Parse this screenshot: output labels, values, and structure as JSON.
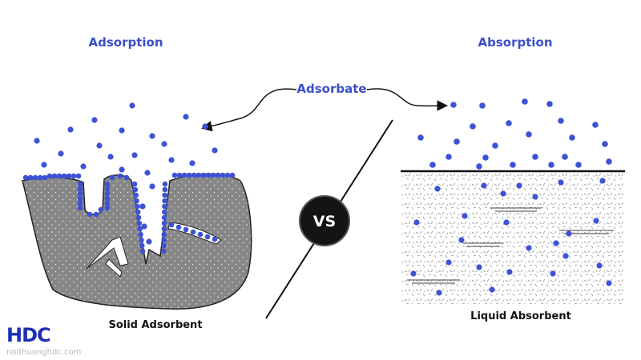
{
  "left": {
    "title": "Adsorption",
    "caption": "Solid Adsorbent"
  },
  "right": {
    "title": "Absorption",
    "caption": "Liquid Absorbent"
  },
  "center": {
    "adsorbate_label": "Adsorbate",
    "vs_label": "VS"
  },
  "brand": {
    "logo": "HDC",
    "watermark": "noithuonghdc.com"
  },
  "colors": {
    "particle": "#3d52d5",
    "title": "#3b4fc8",
    "solid_fill": "#868686",
    "logo": "#1c2fb8"
  }
}
